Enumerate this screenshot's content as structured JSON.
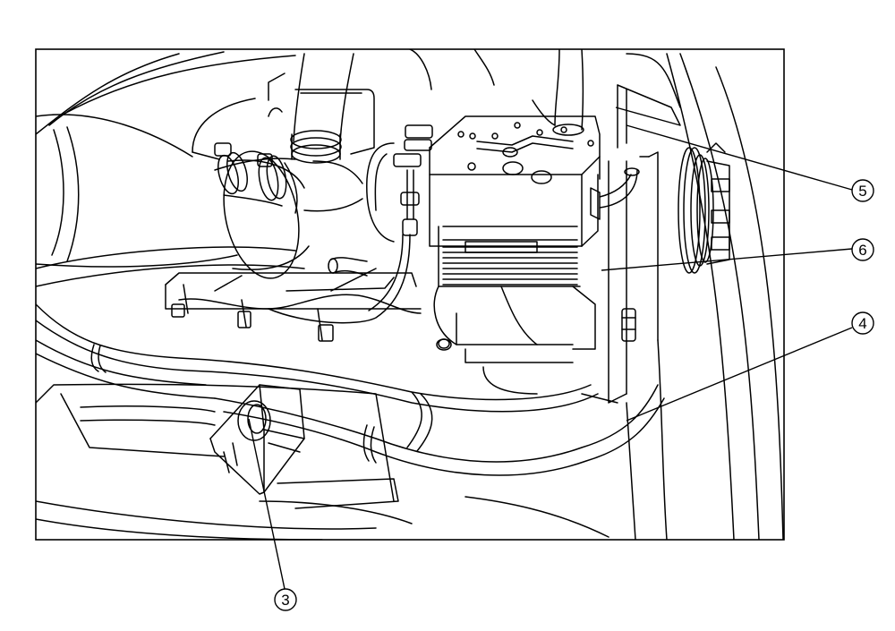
{
  "figure": {
    "callouts": [
      {
        "id": "callout-3",
        "label": "3"
      },
      {
        "id": "callout-4",
        "label": "4"
      },
      {
        "id": "callout-5",
        "label": "5"
      },
      {
        "id": "callout-6",
        "label": "6"
      }
    ]
  },
  "colors": {
    "ink": "#000000",
    "paper": "#ffffff"
  }
}
